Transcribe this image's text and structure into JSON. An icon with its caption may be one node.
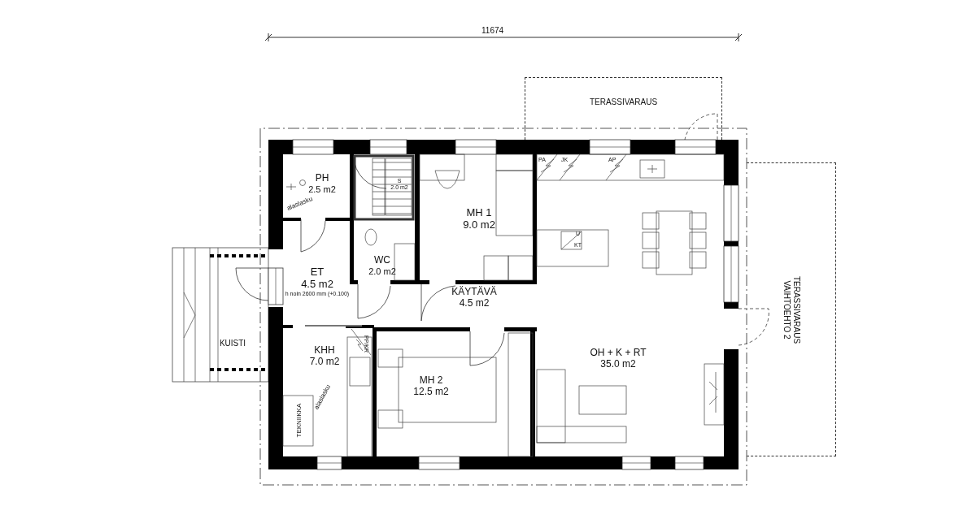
{
  "diagram": {
    "nodes": [
      {
        "text": [
          "PH",
          "2.5 m2"
        ]
      },
      {
        "text": [
          "S",
          "2.0 m2"
        ]
      },
      {
        "text": [
          "WC",
          "2.0 m2"
        ]
      },
      {
        "text": [
          "ET",
          "4.5 m2",
          "h noin 2600 mm (+0.100)"
        ]
      },
      {
        "text": [
          "MH 1",
          "9.0 m2"
        ]
      },
      {
        "text": [
          "KÄYTÄVÄ",
          "4.5 m2"
        ]
      },
      {
        "text": [
          "KHH",
          "7.0 m2"
        ]
      },
      {
        "text": [
          "MH 2",
          "12.5 m2"
        ]
      },
      {
        "text": [
          "OH + K + RT",
          "35.0 m2"
        ]
      },
      {
        "text": [
          "KUISTI"
        ]
      },
      {
        "text": [
          "TERASSIVARAUS"
        ]
      },
      {
        "text": [
          "TERASSIVARAUS VAIHTOEHTO 2"
        ]
      },
      {
        "text": [
          "TEKNIIKKA"
        ]
      }
    ],
    "labels": [
      "11674",
      "alaslasku",
      "PA",
      "JK",
      "AP",
      "U",
      "KT",
      "PP/KR",
      "alaslasku"
    ]
  }
}
